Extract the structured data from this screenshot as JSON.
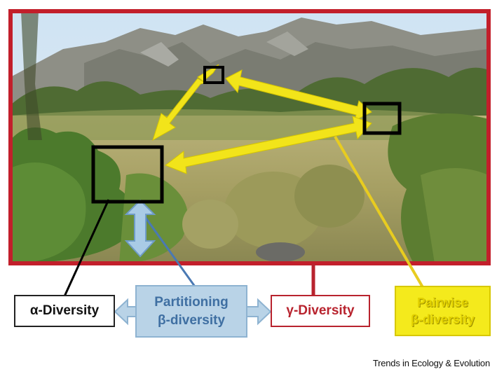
{
  "labels": {
    "alpha": "α-Diversity",
    "gamma": "γ-Diversity",
    "partition_line1": "Partitioning",
    "partition_line2": "β-diversity",
    "pairwise_line1": "Pairwise",
    "pairwise_line2": "β-diversity"
  },
  "credit": "Trends in Ecology & Evolution",
  "colors": {
    "photo_frame": "#c21f2b",
    "pairwise_arrows": "#f2e41a",
    "partition_arrow": "#a9cbe6",
    "plot_boxes": "#000000",
    "alpha_connector": "#000000",
    "partition_connector": "#4a79b3",
    "gamma_connector": "#b8232e",
    "pairwise_connector": "#e8cc20"
  },
  "icons": [
    "double-arrow-icon",
    "plot-square-icon"
  ]
}
